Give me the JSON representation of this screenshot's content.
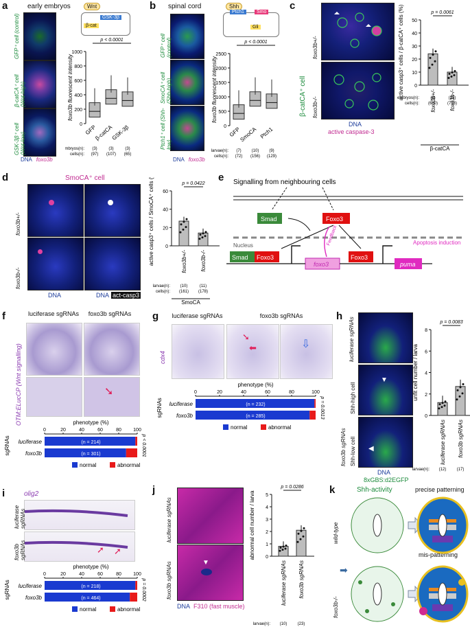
{
  "figure": {
    "panel_letters": [
      "a",
      "b",
      "c",
      "d",
      "e",
      "f",
      "g",
      "h",
      "i",
      "j",
      "k"
    ]
  },
  "panel_a": {
    "title": "early embryos",
    "row_labels": [
      "GFP⁺ cell (control)",
      "β-catCA⁺ cell (Wnt-high)",
      "GSK-3β⁺ cell (Wnt-low)"
    ],
    "stain": {
      "dna": "DNA",
      "gene": "foxo3b"
    },
    "schematic": {
      "wnt": "Wnt",
      "gsk": "GSK-3β",
      "bcat": "β-cat"
    },
    "chart": {
      "type": "box",
      "ylabel": "foxo3b fluorescent intensity",
      "yticks": [
        "0",
        "200",
        "400",
        "600",
        "800",
        "1000"
      ],
      "pvalue": "p < 0.0001",
      "categories": [
        "GFP",
        "β-catCA",
        "GSK-3β"
      ],
      "embryos_label": "embryos(n):",
      "cells_label": "cells(n):",
      "embryos": [
        "(3)",
        "(3)",
        "(3)"
      ],
      "cells": [
        "(97)",
        "(107)",
        "(65)"
      ]
    }
  },
  "panel_b": {
    "title": "spinal cord",
    "row_labels": [
      "GFP⁺ cell (control)",
      "SmoCA⁺ cell (Shh-high)",
      "Ptch1⁺ cell (Shh-low)"
    ],
    "stain": {
      "dna": "DNA",
      "gene": "foxo3b"
    },
    "schematic": {
      "shh": "Shh",
      "ptch": "Ptch1",
      "smo": "Smo",
      "gli": "Gli"
    },
    "chart": {
      "type": "box",
      "ylabel": "foxo3b fluorescent intensity",
      "yticks": [
        "0",
        "500",
        "1000",
        "1500",
        "2000",
        "2500"
      ],
      "pvalue": "p < 0.0001",
      "categories": [
        "GFP",
        "SmoCA",
        "Ptch1"
      ],
      "larvae_label": "larvae(n):",
      "cells_label": "cells(n):",
      "larvae": [
        "(7)",
        "(10)",
        "(9)"
      ],
      "cells": [
        "(72)",
        "(156)",
        "(129)"
      ]
    }
  },
  "panel_c": {
    "row_labels": [
      "foxo3b+/-",
      "foxo3b-/-"
    ],
    "side_label": "β-catCA⁺ cell",
    "stain": {
      "dna": "DNA",
      "marker": "active caspase-3"
    },
    "chart": {
      "type": "bar",
      "ylabel": "active casp3⁺ cells / β-catCA⁺ cells (%)",
      "yticks": [
        "0",
        "10",
        "20",
        "30",
        "40",
        "50"
      ],
      "ylim": [
        0,
        50
      ],
      "pvalue": "p = 0.0061",
      "categories": [
        "foxo3b+/-",
        "foxo3b-/-"
      ],
      "values": [
        24,
        10
      ],
      "embryos_label": "embryos(n):",
      "cells_label": "cells(n):",
      "embryos": [
        "(9)",
        "(15)"
      ],
      "cells": [
        "(630)",
        "(733)"
      ],
      "group": "β-catCA"
    }
  },
  "panel_d": {
    "title": "SmoCA⁺ cell",
    "row_labels": [
      "foxo3b+/-",
      "foxo3b-/-"
    ],
    "stain": {
      "dna": "DNA",
      "dna2": "DNA",
      "marker": "act-casp3"
    },
    "chart": {
      "type": "bar",
      "ylabel": "active casp3⁺ cells / SmoCA⁺ cells (%)",
      "yticks": [
        "0",
        "20",
        "40",
        "60"
      ],
      "ylim": [
        0,
        60
      ],
      "pvalue": "p = 0.0422",
      "categories": [
        "foxo3b+/-",
        "foxo3b-/-"
      ],
      "values": [
        27,
        14
      ],
      "larvae_label": "larvae(n):",
      "cells_label": "cells(n):",
      "larvae": [
        "(10)",
        "(11)"
      ],
      "cells": [
        "(161)",
        "(178)"
      ],
      "group": "SmoCA"
    }
  },
  "panel_e": {
    "signal": "Signalling from neighbouring cells",
    "smad": "Smad",
    "foxo3": "Foxo3",
    "nucleus": "Nucleus",
    "feedback": "Feedback",
    "gene_foxo3": "foxo3",
    "gene_puma": "puma",
    "apoptosis": "Apoptosis induction"
  },
  "panel_f": {
    "col_labels": [
      "luciferase sgRNAs",
      "foxo3b sgRNAs"
    ],
    "side_label": "OTM:ELucCP (Wnt signalling)",
    "chart": {
      "type": "stacked-bar",
      "xlabel": "phenotype (%)",
      "xticks": [
        "0",
        "20",
        "40",
        "60",
        "80",
        "100"
      ],
      "row_group": "sgRNAs",
      "categories": [
        "luciferase",
        "foxo3b"
      ],
      "n": [
        "(n = 214)",
        "(n = 301)"
      ],
      "normal": [
        98,
        88
      ],
      "abnormal": [
        2,
        12
      ],
      "pvalue": "p < 0.0001",
      "legend": [
        "normal",
        "abnormal"
      ]
    }
  },
  "panel_g": {
    "col_labels": [
      "luciferase sgRNAs",
      "foxo3b sgRNAs"
    ],
    "side_label": "cdx4",
    "chart": {
      "type": "stacked-bar",
      "xlabel": "phenotype (%)",
      "xticks": [
        "0",
        "20",
        "40",
        "60",
        "80",
        "100"
      ],
      "row_group": "sgRNAs",
      "categories": [
        "luciferase",
        "foxo3b"
      ],
      "n": [
        "(n = 232)",
        "(n = 285)"
      ],
      "normal": [
        99,
        95
      ],
      "abnormal": [
        1,
        5
      ],
      "pvalue": "p = 0.0013",
      "legend": [
        "normal",
        "abnormal"
      ]
    }
  },
  "panel_h": {
    "row_labels": [
      "luciferase sgRNAs",
      "Shh-high cell",
      "Shh-low cell"
    ],
    "group_label": "foxo3b sgRNAs",
    "stain": {
      "dna": "DNA",
      "reporter": "8xGBS:d2EGFP"
    },
    "chart": {
      "type": "bar",
      "ylabel": "unfit cell number / larva",
      "yticks": [
        "0",
        "2",
        "4",
        "6",
        "8"
      ],
      "ylim": [
        0,
        8
      ],
      "pvalue": "p = 0.0083",
      "categories": [
        "luciferase sgRNAs",
        "foxo3b sgRNAs"
      ],
      "values": [
        1.2,
        2.7
      ],
      "larvae_label": "larvae(n):",
      "larvae": [
        "(12)",
        "(17)"
      ]
    }
  },
  "panel_i": {
    "title": "olig2",
    "row_labels": [
      "luciferase sgRNAs",
      "foxo3b sgRNAs"
    ],
    "chart": {
      "type": "stacked-bar",
      "xlabel": "phenotype (%)",
      "xticks": [
        "0",
        "20",
        "40",
        "60",
        "80",
        "100"
      ],
      "row_group": "sgRNAs",
      "categories": [
        "luciferase",
        "foxo3b"
      ],
      "n": [
        "(n = 218)",
        "(n = 464)"
      ],
      "normal": [
        98,
        92
      ],
      "abnormal": [
        2,
        8
      ],
      "pvalue": "p = 0.0002",
      "legend": [
        "normal",
        "abnormal"
      ]
    }
  },
  "panel_j": {
    "row_labels": [
      "luciferase sgRNAs",
      "foxo3b sgRNAs"
    ],
    "stain": {
      "dna": "DNA",
      "marker": "F310 (fast muscle)"
    },
    "chart": {
      "type": "bar",
      "ylabel": "abnormal cell number / larva",
      "yticks": [
        "0",
        "1",
        "2",
        "3",
        "4",
        "5"
      ],
      "ylim": [
        0,
        5
      ],
      "pvalue": "p = 0.0286",
      "categories": [
        "luciferase sgRNAs",
        "foxo3b sgRNAs"
      ],
      "values": [
        0.8,
        2.1
      ],
      "larvae_label": "larvae(n):",
      "larvae": [
        "(10)",
        "(23)"
      ]
    }
  },
  "panel_k": {
    "title": "Shh-activity",
    "row_labels": [
      "wild-type",
      "foxo3b-/-"
    ],
    "outcomes": [
      "precise patterning",
      "mis-patterning"
    ]
  }
}
